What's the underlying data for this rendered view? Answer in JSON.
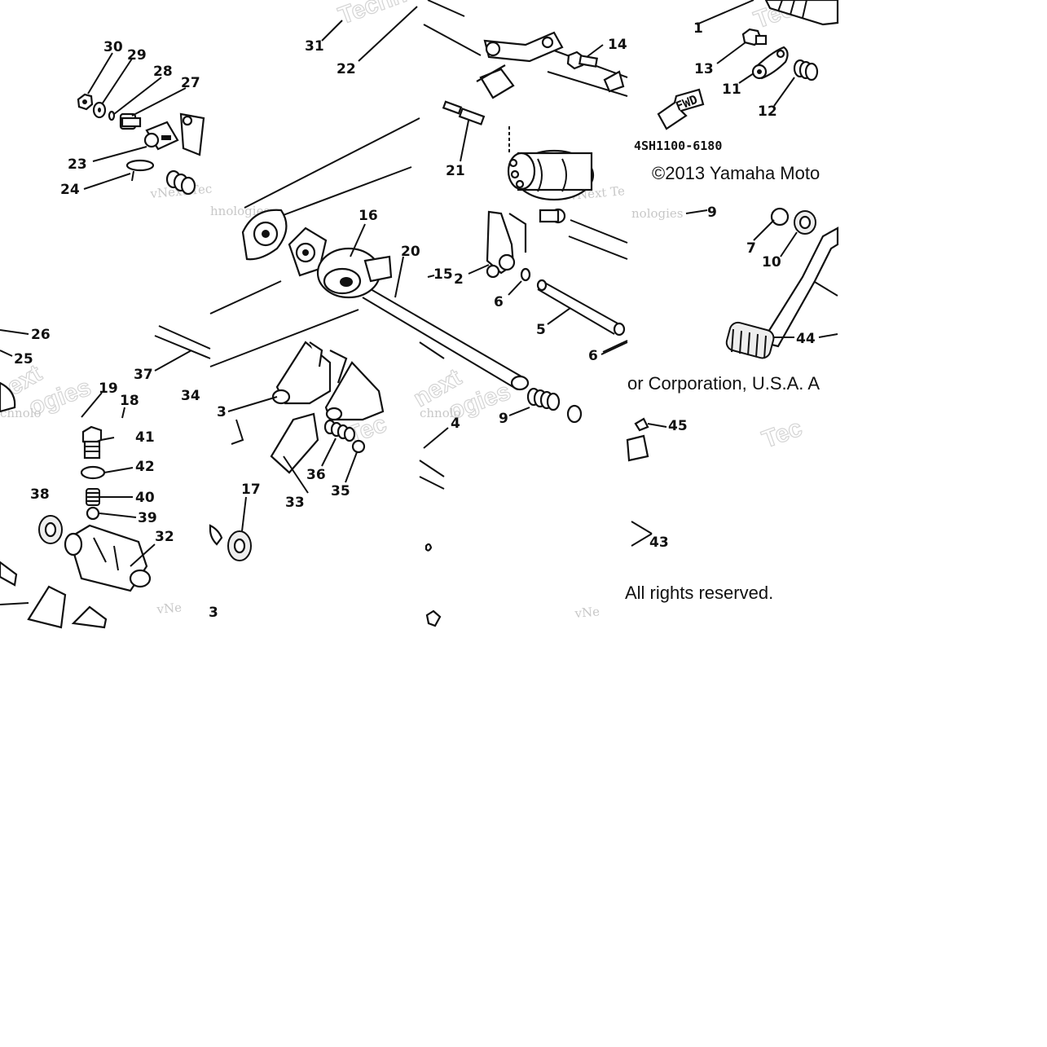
{
  "diagram": {
    "code": "4SH1100-6180",
    "copyright_parts": [
      "©2013 Yamaha Moto",
      "or Corporation, U.S.A. A",
      "All rights reserved."
    ],
    "fwd_arrow_label": "FWD",
    "watermark_small": [
      "vNext Tec",
      "hnologies",
      "vNext Te",
      "nologies",
      "vNe",
      "vNext",
      "chnolo"
    ],
    "watermark_big": [
      "Techn",
      "Tech",
      "Tec",
      "next",
      "ogies"
    ],
    "callouts": [
      {
        "id": "c1",
        "text": "1"
      },
      {
        "id": "c2",
        "text": "2"
      },
      {
        "id": "c3a",
        "text": "3"
      },
      {
        "id": "c3b",
        "text": "3"
      },
      {
        "id": "c4",
        "text": "4"
      },
      {
        "id": "c5",
        "text": "5"
      },
      {
        "id": "c6a",
        "text": "6"
      },
      {
        "id": "c6b",
        "text": "6"
      },
      {
        "id": "c7",
        "text": "7"
      },
      {
        "id": "c9a",
        "text": "9"
      },
      {
        "id": "c9b",
        "text": "9"
      },
      {
        "id": "c10",
        "text": "10"
      },
      {
        "id": "c11",
        "text": "11"
      },
      {
        "id": "c12",
        "text": "12"
      },
      {
        "id": "c13",
        "text": "13"
      },
      {
        "id": "c14",
        "text": "14"
      },
      {
        "id": "c15",
        "text": "15"
      },
      {
        "id": "c16",
        "text": "16"
      },
      {
        "id": "c17",
        "text": "17"
      },
      {
        "id": "c18",
        "text": "18"
      },
      {
        "id": "c19",
        "text": "19"
      },
      {
        "id": "c20",
        "text": "20"
      },
      {
        "id": "c21",
        "text": "21"
      },
      {
        "id": "c22",
        "text": "22"
      },
      {
        "id": "c23",
        "text": "23"
      },
      {
        "id": "c24",
        "text": "24"
      },
      {
        "id": "c25",
        "text": "25"
      },
      {
        "id": "c26",
        "text": "26"
      },
      {
        "id": "c27",
        "text": "27"
      },
      {
        "id": "c28",
        "text": "28"
      },
      {
        "id": "c29",
        "text": "29"
      },
      {
        "id": "c30",
        "text": "30"
      },
      {
        "id": "c31",
        "text": "31"
      },
      {
        "id": "c32",
        "text": "32"
      },
      {
        "id": "c33",
        "text": "33"
      },
      {
        "id": "c34",
        "text": "34"
      },
      {
        "id": "c35",
        "text": "35"
      },
      {
        "id": "c36",
        "text": "36"
      },
      {
        "id": "c37",
        "text": "37"
      },
      {
        "id": "c38",
        "text": "38"
      },
      {
        "id": "c39",
        "text": "39"
      },
      {
        "id": "c40",
        "text": "40"
      },
      {
        "id": "c41",
        "text": "41"
      },
      {
        "id": "c42",
        "text": "42"
      },
      {
        "id": "c43",
        "text": "43"
      },
      {
        "id": "c44",
        "text": "44"
      },
      {
        "id": "c45",
        "text": "45"
      }
    ]
  }
}
